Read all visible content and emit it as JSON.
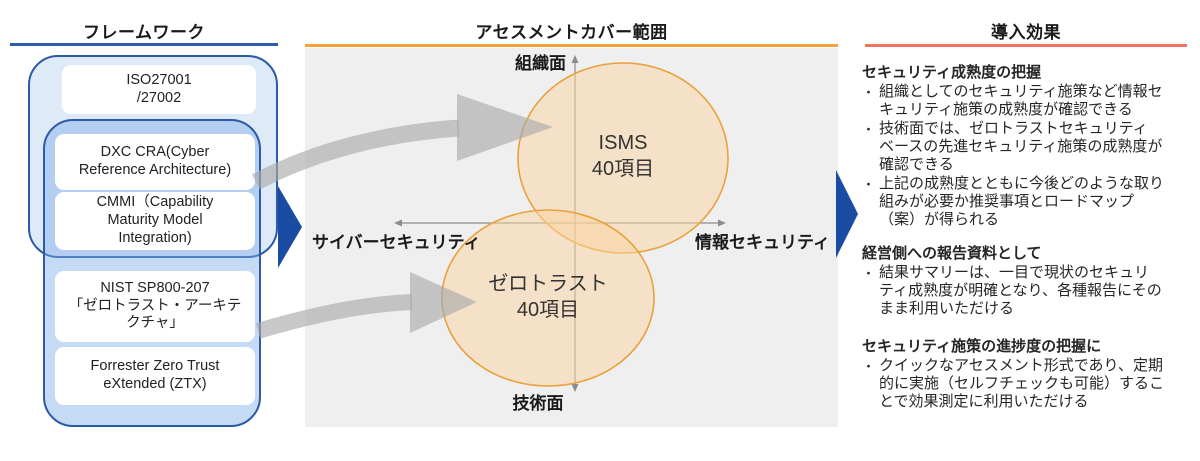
{
  "framework": {
    "title": "フレームワーク",
    "items": [
      {
        "label": "ISO27001\n/27002"
      },
      {
        "label": "DXC CRA(Cyber\nReference Architecture)"
      },
      {
        "label": "CMMI（Capability\nMaturity Model\nIntegration)"
      },
      {
        "label": "NIST SP800-207\n「ゼロトラスト・アーキテ\nクチャ」"
      },
      {
        "label": "Forrester Zero Trust\neXtended (ZTX)"
      }
    ]
  },
  "assessment": {
    "title": "アセスメントカバー範囲",
    "axis": {
      "top": "組織面",
      "bottom": "技術面",
      "left": "サイバーセキュリティ",
      "right": "情報セキュリティ"
    },
    "coverage": [
      {
        "label": "ISMS\n40項目"
      },
      {
        "label": "ゼロトラスト\n40項目"
      }
    ]
  },
  "effects": {
    "title": "導入効果",
    "sections": [
      {
        "heading": "セキュリティ成熟度の把握",
        "bullets": [
          "組織としてのセキュリティ施策など情報セ\nキュリティ施策の成熟度が確認できる",
          "技術面では、ゼロトラストセキュリティ\nベースの先進セキュリティ施策の成熟度が\n確認できる",
          "上記の成熟度とともに今後どのような取り\n組みが必要か推奨事項とロードマップ\n（案）が得られる"
        ]
      },
      {
        "heading": "経営側への報告資料として",
        "bullets": [
          "結果サマリーは、一目で現状のセキュリ\nティ成熟度が明確となり、各種報告にその\nまま利用いただける"
        ]
      },
      {
        "heading": "セキュリティ施策の進捗度の把握に",
        "bullets": [
          "クイックなアセスメント形式であり、定期\n的に実施（セルフチェックも可能）するこ\nとで効果測定に利用いただける"
        ]
      }
    ]
  },
  "bullet_glyph": "・",
  "colors": {
    "framework_accent": "#2E5CA6",
    "assessment_accent": "#F0A23C",
    "effects_accent": "#ED7663",
    "group_border": "#2B5AA7",
    "group_fill_light": "#DEEAF8",
    "group_fill_medium": "#B5CFF2",
    "coverage_circle_stroke": "#E8A23D",
    "coverage_circle_fill": "#FBE9D6",
    "flow_chevron_blue": "#1A4CA4",
    "flow_arrow_gray": "#ABABAB",
    "panel_bg": "#EFEFF0"
  }
}
